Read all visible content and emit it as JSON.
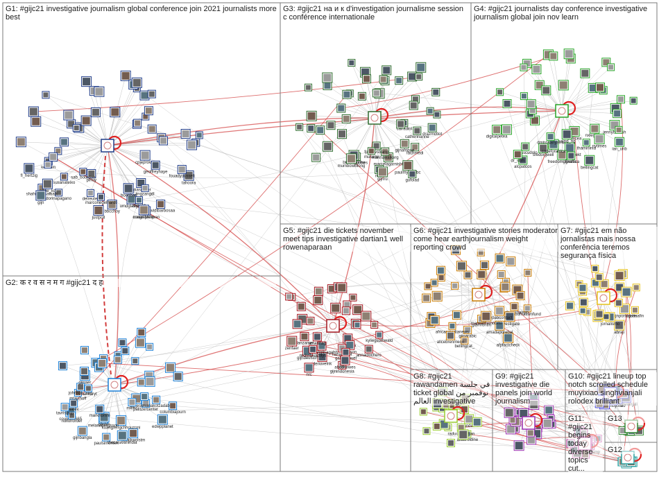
{
  "colors": {
    "border": "#7a7a7a",
    "edge": "#b5b5b5",
    "edge_strong": "#d23b3b",
    "self_loop": "#e02020",
    "g1": "#1f3c88",
    "g2": "#1a7fd6",
    "g3": "#2e6b2e",
    "g4": "#27a327",
    "g5": "#a3141d",
    "g6": "#c87a00",
    "g7": "#e6c21a",
    "g8": "#9acd32",
    "g9": "#9a2fb0",
    "g10": "#4a4ad6",
    "g11": "#c040a0",
    "g12": "#2aa0a0",
    "g13": "#3a8a3a"
  },
  "groups": [
    {
      "id": "G1",
      "label": "G1: #gijc21 investigative journalism global conference join 2021 journalists more best"
    },
    {
      "id": "G2",
      "label": "G2: क र व स न म ग #gijc21 द ह"
    },
    {
      "id": "G3",
      "label": "G3: #gijc21 на и к d'investigation journalisme session c conférence internationale"
    },
    {
      "id": "G4",
      "label": "G4: #gijc21 journalists day conference investigative journalism global join nov learn"
    },
    {
      "id": "G5",
      "label": "G5: #gijc21 die tickets november meet tips investigative dartian1 well rowenaparaan"
    },
    {
      "id": "G6",
      "label": "G6: #gijc21 investigative stories moderator come hear earthjournalism weight reporting crowd"
    },
    {
      "id": "G7",
      "label": "G7: #gijc21 em não jornalistas mais nossa conferência teremos segurança física"
    },
    {
      "id": "G8",
      "label": "G8: #gijc21 rawandamen في جلسة ticket global نوفمبر من العالم investigative"
    },
    {
      "id": "G9",
      "label": "G9: #gijc21 investigative die panels join world journalism"
    },
    {
      "id": "G10",
      "label": "G10: #gijc21 lineup top notch scrolled schedule muyixiao singhvianjali rolodex brilliant"
    },
    {
      "id": "G11",
      "label": "G11: #gijc21 begins today diverse topics cut..."
    },
    {
      "id": "G12",
      "label": "G12"
    },
    {
      "id": "G13",
      "label": "G13"
    }
  ],
  "nodes": {
    "G1": [
      "tahoora",
      "cpjeprover",
      "fouadyoussefi",
      "geoffreyhaye",
      "lukasgeller",
      "davidtbarbosaa",
      "umdglasgow",
      "jingzangdl",
      "alkhalili",
      "craigsilverman",
      "rowanphilip",
      "boonbar",
      "bbcchoy",
      "justpoll",
      "delreuter",
      "pinoy",
      "marconegelhardt",
      "sab_bourdon",
      "donnapagano",
      "susanateixo",
      "shahmeersalbaik",
      "savie_ko",
      "gijn",
      "fl_hertzig",
      "kenkam"
    ],
    "G2": [
      "columbiajourn",
      "pulitzercenter",
      "mariakotzadab",
      "gijnesk",
      "edwpplanet",
      "mkmc",
      "darlijkwolstm",
      "thecaravanindia",
      "kuangfengchhouzoni",
      "melanebergsson",
      "gijnhin",
      "paulsimonleh",
      "markhomm",
      "gijnbangla",
      "couprins665",
      "aarev",
      "nollonorder",
      "mtajshoff",
      "tavrisiasp",
      "johnson_pan",
      "mehkaryt",
      "gijnaer"
    ],
    "G3": [
      "calradiol",
      "drazmotlot",
      "catherinanne",
      "fachmedi",
      "gijnafrique",
      "paulmyersbbc",
      "gufolad",
      "marcelagarnishf",
      "mch",
      "gijnru",
      "marinawalkerg",
      "hascaltimes",
      "fpfmgvstrang",
      "mukami",
      "bunsegorhu",
      "mumbowilllong"
    ],
    "G4": [
      "nxlegazpe",
      "ian_unb",
      "jennybwalsh",
      "thamirlinia",
      "nytimes",
      "uctlicea",
      "polesprojekt",
      "bellingcat",
      "freedomofpress",
      "gijnaffica",
      "sajpg_ng",
      "sredorgwell",
      "codeforafrica",
      "qui_sscudolo",
      "dmtrosanyarm",
      "alcpatcos",
      "dr_stirh",
      "digitalpetea"
    ],
    "G5": [
      "kyliegsuthwald",
      "gijnafrica",
      "jaroson",
      "annaclochero",
      "naharhutor",
      "gabimanuel",
      "gijnindonesia",
      "abcdnewes",
      "deriovelnk",
      "marzanglisagahh",
      "gijndeutsch",
      "nrc",
      "nrchnowadays",
      "danzamer",
      "amanhag",
      "zenfaer"
    ],
    "G6": [
      "journalismfund",
      "earthjournalism",
      "investigate",
      "afpfactcheck",
      "wepaocontact",
      "amadaporebal",
      "giamfontin",
      "marwatmenoomi",
      "gijnarabic",
      "bellingcat_",
      "africanmedianews",
      "alicebrenmenn"
    ],
    "G7": [
      "gijnportugues",
      "cristinafin",
      "abraji",
      "jornalismo"
    ],
    "G8": [
      "rawandamen",
      "allaaroldine",
      "raducerdeman"
    ],
    "G9": [],
    "G10": [
      "singhvianjali",
      "muyixiao"
    ],
    "G11": [
      "lovelearnjr"
    ],
    "G12": [],
    "G13": []
  }
}
